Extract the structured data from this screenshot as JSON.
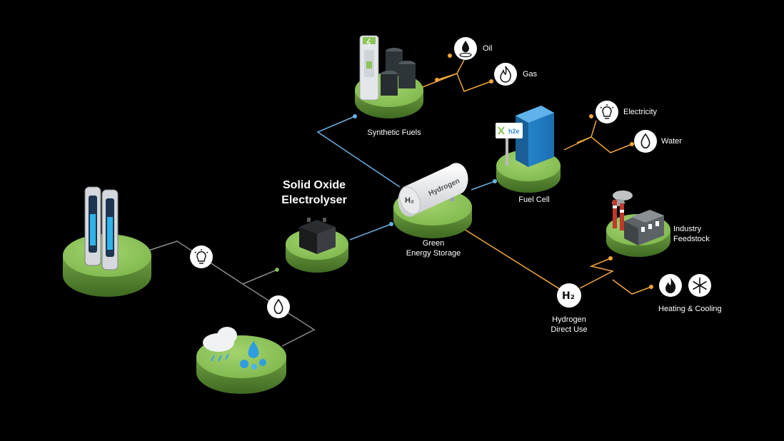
{
  "colors": {
    "background": "#000000",
    "platform_top": "#8cc55a",
    "platform_side": "#5f8f37",
    "line_gray": "#8a8a8a",
    "line_blue": "#6aaee0",
    "line_orange": "#f0a63c",
    "node_white": "#ffffff"
  },
  "labels": {
    "electrolyser": [
      "Solid Oxide",
      "Electrolyser"
    ],
    "synthetic_fuels": "Synthetic Fuels",
    "oil": "Oil",
    "gas": "Gas",
    "fuel_cell": "Fuel Cell",
    "electricity": "Electricity",
    "water": "Water",
    "storage": [
      "Green",
      "Energy Storage"
    ],
    "industry": [
      "Industry",
      "Feedstock"
    ],
    "direct_use": [
      "Hydrogen",
      "Direct Use"
    ],
    "heating": "Heating & Cooling",
    "tank_text": "Hydrogen",
    "h2_tank": "H₂",
    "h2_node": "H₂",
    "brand_sign": "h2e"
  },
  "icons": {
    "electricity_input": "lightbulb-icon",
    "water_input": "water-drop-icon",
    "oil": "oil-drop-icon",
    "gas": "flame-icon",
    "electricity_output": "lightbulb-icon",
    "water_output": "water-drop-icon",
    "heating": "flame-icon",
    "cooling": "snowflake-icon"
  }
}
